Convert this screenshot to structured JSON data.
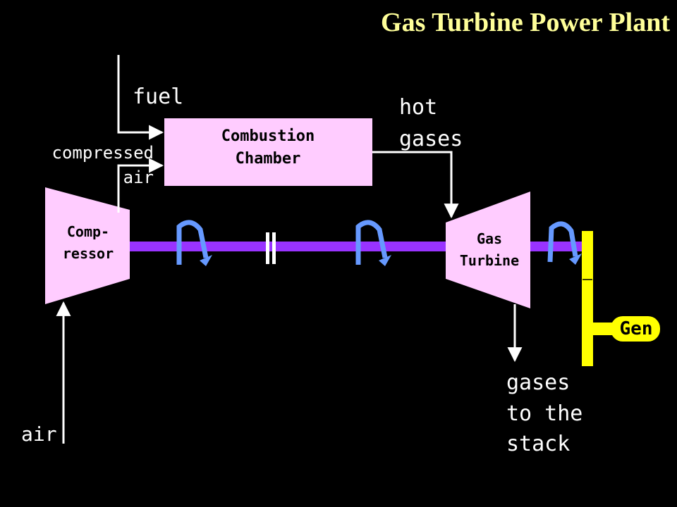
{
  "title": "Gas Turbine Power Plant",
  "components": {
    "combustion_chamber": "Combustion\nChamber",
    "compressor": "Comp-\nressor",
    "gas_turbine": "Gas\nTurbine",
    "generator": "Gen"
  },
  "flows": {
    "fuel": "fuel",
    "compressed_air": "compressed\nair",
    "hot_gases": "hot\ngases",
    "air": "air",
    "exhaust": "gases\nto the\nstack"
  },
  "colors": {
    "background": "#000000",
    "title": "#ffff99",
    "component_fill": "#ffccff",
    "shaft": "#9933ff",
    "rotation_arrow": "#6699ff",
    "generator": "#ffff00",
    "text": "#ffffff"
  }
}
